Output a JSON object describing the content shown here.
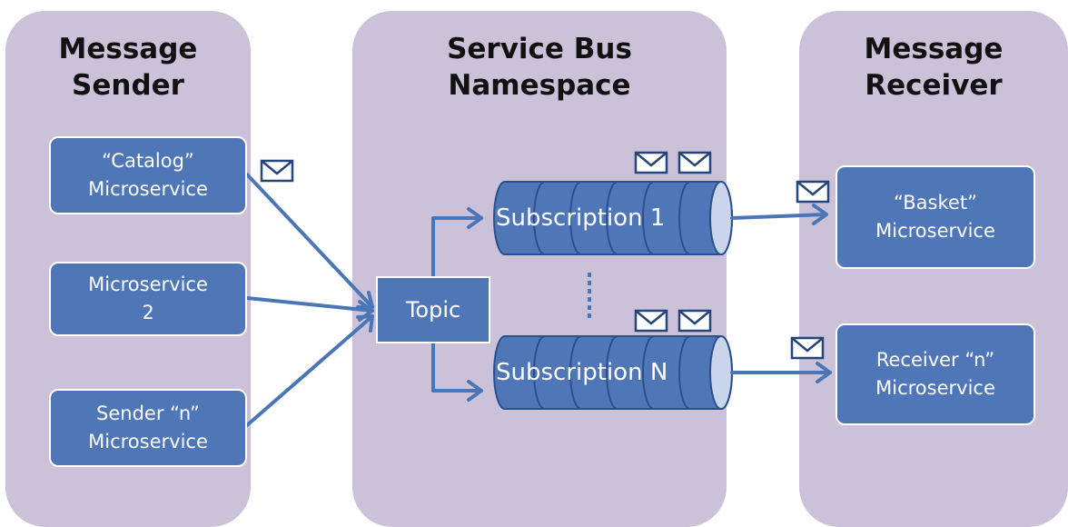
{
  "colors": {
    "panel": "#cbc1d8",
    "box": "#4f77b7",
    "arrow": "#4a76b8",
    "envelope": "#26457a"
  },
  "panels": {
    "sender": {
      "line1": "Message",
      "line2": "Sender"
    },
    "bus": {
      "line1": "Service Bus",
      "line2": "Namespace"
    },
    "receiver": {
      "line1": "Message",
      "line2": "Receiver"
    }
  },
  "senders": [
    {
      "line1": "“Catalog”",
      "line2": "Microservice"
    },
    {
      "line1": "Microservice",
      "line2": "2"
    },
    {
      "line1": "Sender “n”",
      "line2": "Microservice"
    }
  ],
  "topic": {
    "label": "Topic"
  },
  "subscriptions": [
    {
      "label": "Subscription 1"
    },
    {
      "label": "Subscription N"
    }
  ],
  "receivers": [
    {
      "line1": "“Basket”",
      "line2": "Microservice"
    },
    {
      "line1": "Receiver “n”",
      "line2": "Microservice"
    }
  ],
  "icons": {
    "message": "envelope-icon",
    "ellipsis": "vertical-dots-icon"
  }
}
